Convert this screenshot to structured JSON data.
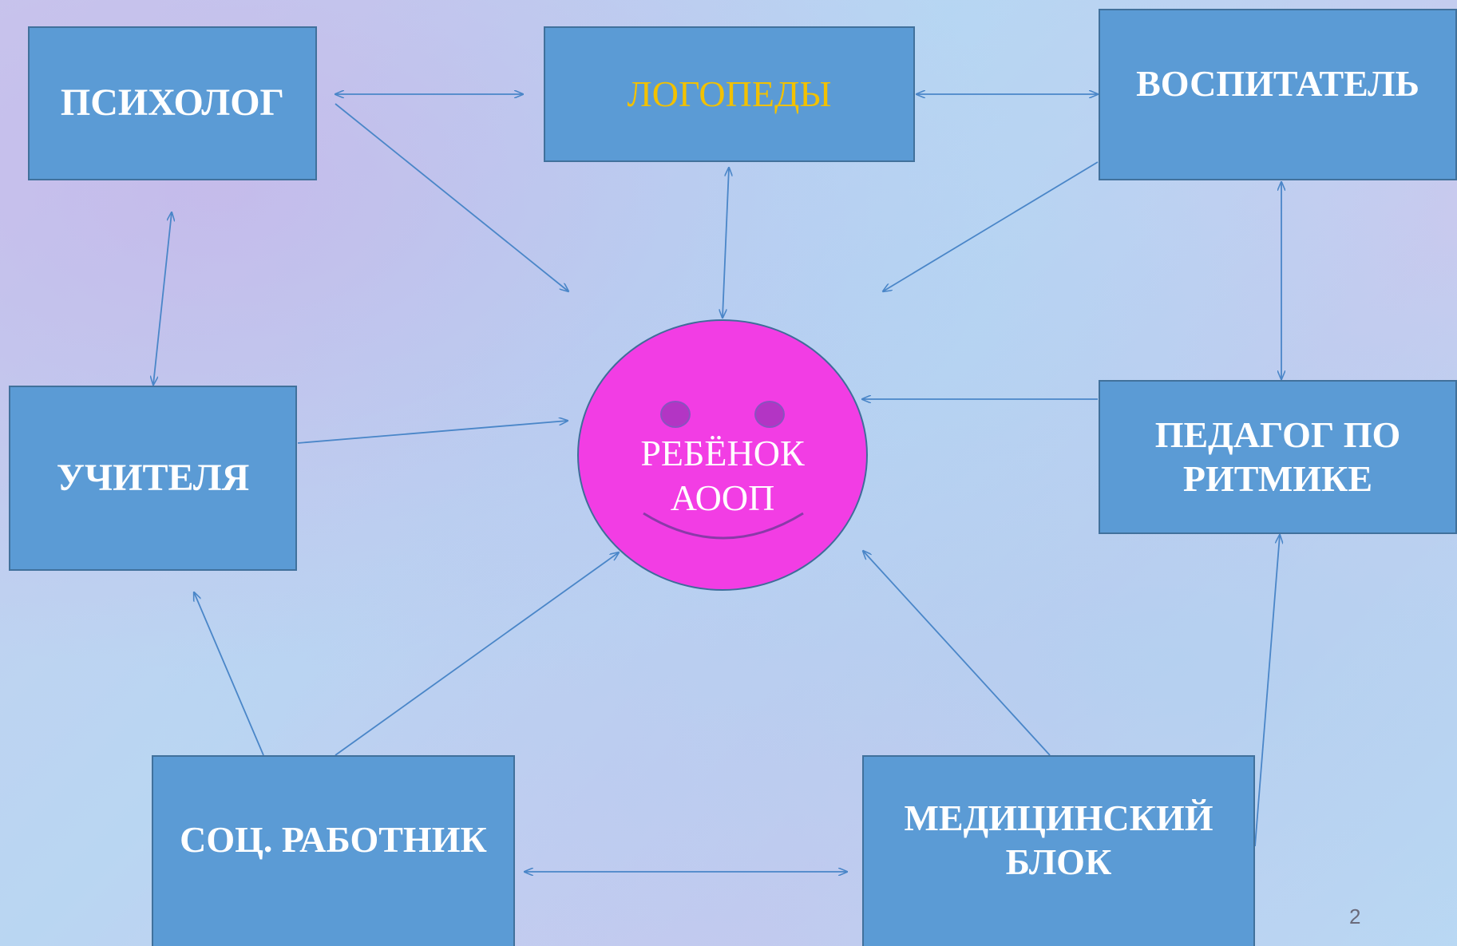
{
  "boxes": {
    "psychologist": "ПСИХОЛОГ",
    "speech_therapists": "ЛОГОПЕДЫ",
    "educator": "ВОСПИТАТЕЛЬ",
    "teachers": "УЧИТЕЛЯ",
    "rhythm_teacher": [
      "ПЕДАГОГ ПО",
      "РИТМИКЕ"
    ],
    "social_worker": "СОЦ. РАБОТНИК",
    "medical_block": [
      "МЕДИЦИНСКИЙ",
      "БЛОК"
    ]
  },
  "center": [
    "РЕБЁНОК",
    "АООП"
  ],
  "page_number": "2",
  "colors": {
    "box_fill": "#5b9bd5",
    "box_border": "#41719c",
    "speech_label": "#f2c100",
    "face_fill": "#f23de4",
    "eye_fill": "#b335c4",
    "arrow": "#4a86c8"
  }
}
